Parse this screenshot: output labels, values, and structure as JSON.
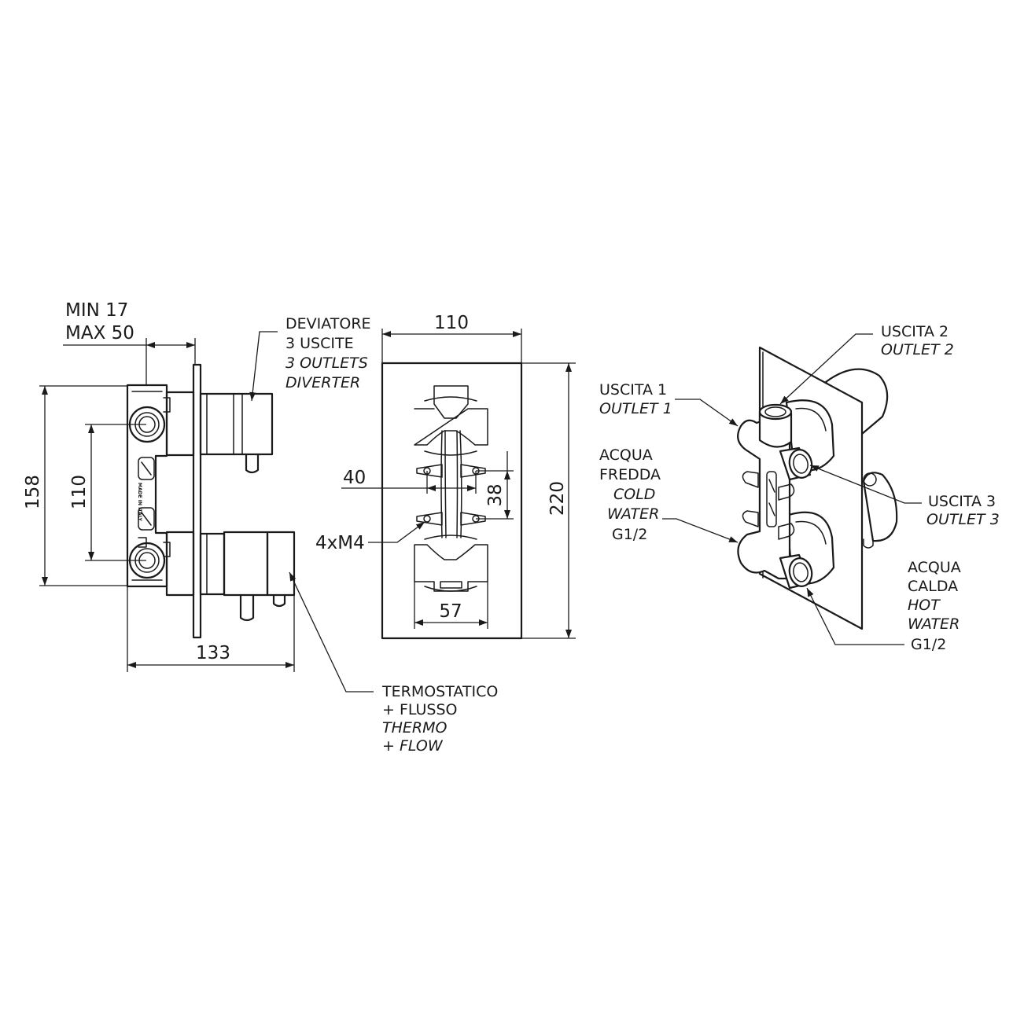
{
  "side_view": {
    "depth_label_1": "MIN 17",
    "depth_label_2": "MAX 50",
    "height_158": "158",
    "spacing_110": "110",
    "width_133": "133",
    "body_marking": "MADE IN ITALY"
  },
  "diverter_callout": {
    "line1": "DEVIATORE",
    "line2": "3 USCITE",
    "line3": "3 OUTLETS",
    "line4": "DIVERTER"
  },
  "thermo_callout": {
    "line1": "TERMOSTATICO",
    "line2": "+ FLUSSO",
    "line3": "THERMO",
    "line4": "+ FLOW"
  },
  "front_view": {
    "plate_width": "110",
    "plate_height": "220",
    "dim_40": "40",
    "dim_38": "38",
    "dim_57": "57",
    "screws": "4xM4"
  },
  "iso_view": {
    "outlet2_it": "USCITA 2",
    "outlet2_en": "OUTLET 2",
    "outlet1_it": "USCITA 1",
    "outlet1_en": "OUTLET 1",
    "outlet3_it": "USCITA 3",
    "outlet3_en": "OUTLET 3",
    "cold_l1": "ACQUA",
    "cold_l2": "FREDDA",
    "cold_l3": "COLD",
    "cold_l4": "WATER",
    "cold_thread": "G1/2",
    "hot_l1": "ACQUA",
    "hot_l2": "CALDA",
    "hot_l3": "HOT",
    "hot_l4": "WATER",
    "hot_thread": "G1/2"
  }
}
